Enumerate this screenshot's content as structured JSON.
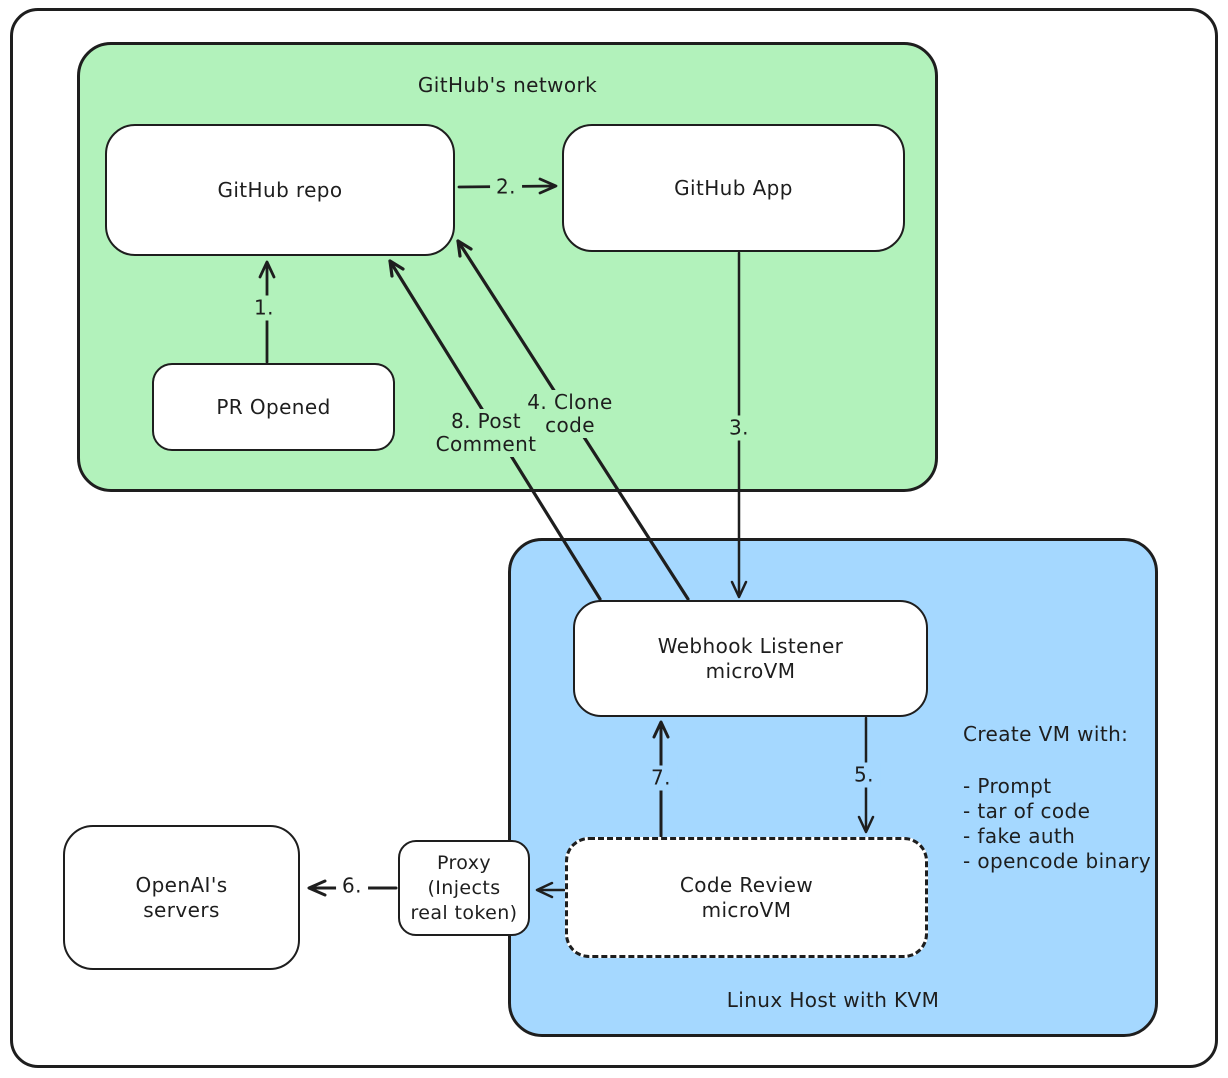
{
  "diagram": {
    "zones": {
      "github_network": {
        "label": "GitHub's network",
        "color": "#b2f2bb"
      },
      "linux_host": {
        "label": "Linux Host with KVM",
        "color": "#a5d8ff"
      }
    },
    "nodes": {
      "github_repo": {
        "lines": [
          "GitHub repo"
        ]
      },
      "github_app": {
        "lines": [
          "GitHub App"
        ]
      },
      "pr_opened": {
        "lines": [
          "PR Opened"
        ]
      },
      "webhook_listener": {
        "lines": [
          "Webhook Listener",
          "microVM"
        ]
      },
      "code_review": {
        "lines": [
          "Code Review",
          "microVM"
        ]
      },
      "proxy": {
        "lines": [
          "Proxy",
          "(Injects",
          "real token)"
        ]
      },
      "openai_servers": {
        "lines": [
          "OpenAI's",
          "servers"
        ]
      }
    },
    "arrow_labels": {
      "a1": "1.",
      "a2": "2.",
      "a3": "3.",
      "a4": {
        "lines": [
          "4. Clone",
          "code"
        ]
      },
      "a5": "5.",
      "a6": "6.",
      "a7": "7.",
      "a8": {
        "lines": [
          "8. Post",
          "Comment"
        ]
      }
    },
    "annotation": {
      "title": "Create VM with:",
      "items": [
        "- Prompt",
        "- tar of code",
        "- fake auth",
        "- opencode binary"
      ]
    },
    "stroke_color": "#1e1e1e"
  }
}
